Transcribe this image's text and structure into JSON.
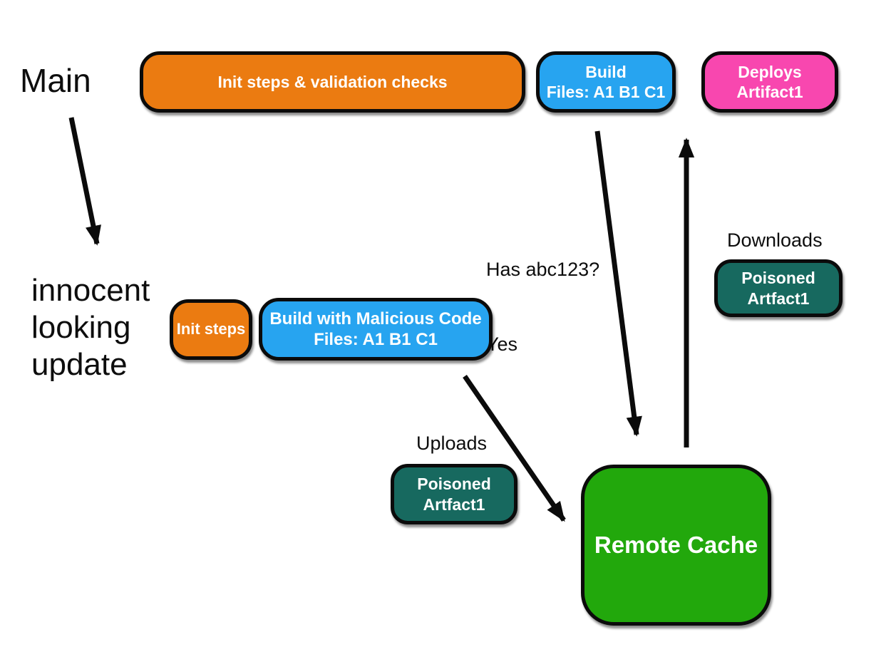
{
  "colors": {
    "orange": "#EB7B11",
    "blue": "#27A4F0",
    "pink": "#F847AF",
    "teal": "#17695F",
    "green": "#22A80C",
    "arrow": "#0b0b0b",
    "box_border": "#0b0b0b",
    "box_text": "#FFFFFF",
    "label_text": "#0d0d0d",
    "background": "#FFFFFF"
  },
  "labels": {
    "main": "Main",
    "innocent": "innocent looking update",
    "has_abc123_line1": "Has abc123?",
    "has_abc123_line2": "Yes",
    "downloads": "Downloads",
    "uploads": "Uploads"
  },
  "nodes": {
    "init_validation": {
      "label": "Init steps & validation checks"
    },
    "build": {
      "line1": "Build",
      "line2": "Files: A1 B1 C1"
    },
    "deploys": {
      "line1": "Deploys",
      "line2": "Artifact1"
    },
    "init_steps": {
      "label": "Init steps"
    },
    "build_malicious": {
      "line1": "Build with Malicious Code",
      "line2": "Files: A1 B1 C1"
    },
    "poisoned_download": {
      "line1": "Poisoned",
      "line2": "Artfact1"
    },
    "poisoned_upload": {
      "line1": "Poisoned",
      "line2": "Artfact1"
    },
    "remote_cache": {
      "label": "Remote Cache"
    }
  },
  "edges": [
    {
      "from": "main",
      "to": "innocent_update"
    },
    {
      "from": "build",
      "to": "remote_cache",
      "label_ref": "has_abc123"
    },
    {
      "from": "remote_cache",
      "to": "deploys",
      "label_ref": "downloads"
    },
    {
      "from": "build_malicious",
      "to": "remote_cache",
      "label_ref": "uploads"
    }
  ]
}
